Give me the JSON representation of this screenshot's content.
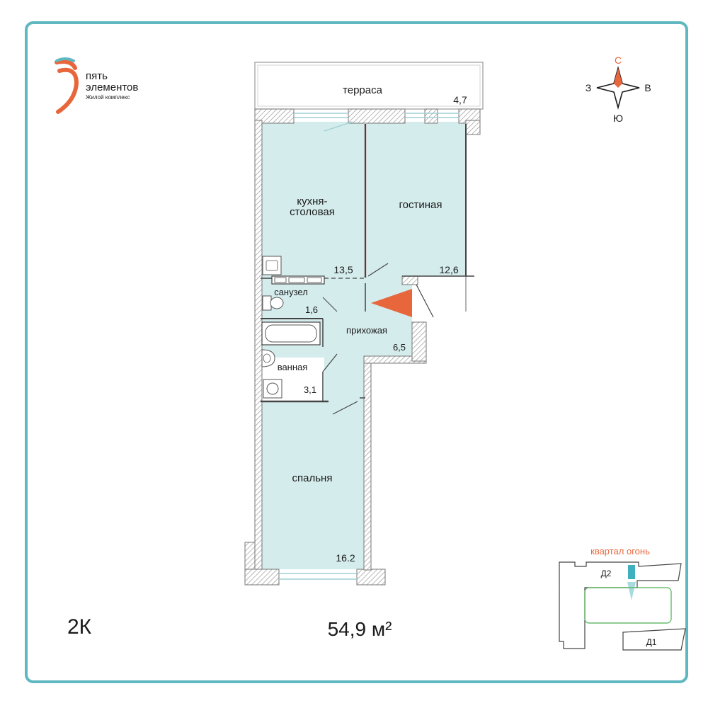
{
  "logo": {
    "line1": "пять",
    "line2": "элементов",
    "line3": "Жилой комплекс"
  },
  "compass": {
    "north": "С",
    "south": "Ю",
    "west": "З",
    "east": "В"
  },
  "rooms": {
    "terrace": {
      "label": "терраса",
      "area": "4,7"
    },
    "kitchen": {
      "label_line1": "кухня-",
      "label_line2": "столовая",
      "area": "13,5"
    },
    "living": {
      "label": "гостиная",
      "area": "12,6"
    },
    "toilet": {
      "label": "санузел",
      "area": "1,6"
    },
    "hall": {
      "label": "прихожая",
      "area": "6,5"
    },
    "bath": {
      "label": "ванная",
      "area": "3,1"
    },
    "bedroom": {
      "label": "спальня",
      "area": "16.2"
    }
  },
  "type_label": "2К",
  "total_area": "54,9 м²",
  "site_plan": {
    "title": "квартал огонь",
    "building1": "Д2",
    "building2": "Д1"
  },
  "colors": {
    "frame": "#5fb8c0",
    "room_fill": "#d5eced",
    "accent": "#e8663c",
    "wall": "#8a8a8a",
    "courtyard": "#4caf50"
  }
}
